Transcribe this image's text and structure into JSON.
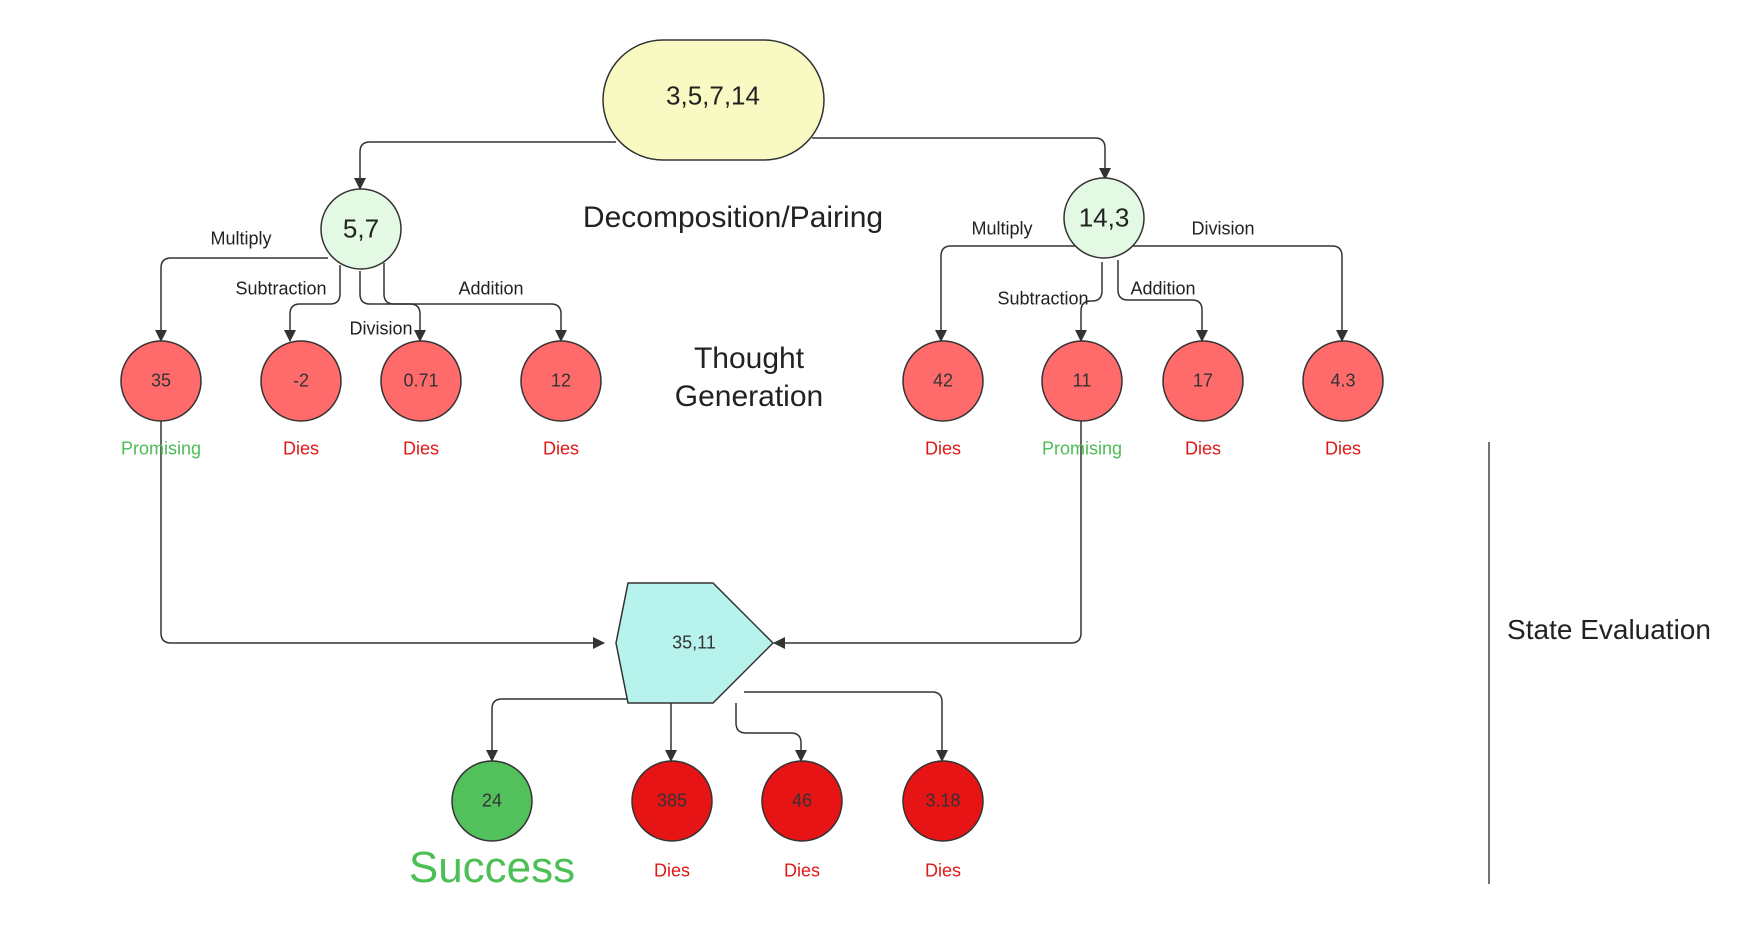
{
  "root": {
    "label": "3,5,7,14",
    "fill": "#f9f9c4"
  },
  "pairs": [
    {
      "label": "5,7",
      "fill": "#e3f9e3"
    },
    {
      "label": "14,3",
      "fill": "#e3f9e3"
    }
  ],
  "left_ops": [
    "Multiply",
    "Subtraction",
    "Division",
    "Addition"
  ],
  "right_ops": [
    "Multiply",
    "Subtraction",
    "Addition",
    "Division"
  ],
  "left_results": [
    {
      "value": "35",
      "status": "Promising"
    },
    {
      "value": "-2",
      "status": "Dies"
    },
    {
      "value": "0.71",
      "status": "Dies"
    },
    {
      "value": "12",
      "status": "Dies"
    }
  ],
  "right_results": [
    {
      "value": "42",
      "status": "Dies"
    },
    {
      "value": "11",
      "status": "Promising"
    },
    {
      "value": "17",
      "status": "Dies"
    },
    {
      "value": "4.3",
      "status": "Dies"
    }
  ],
  "combined": {
    "label": "35,11",
    "fill": "#b7f3ec"
  },
  "final_results": [
    {
      "value": "24",
      "status": "Success",
      "fill": "#52c15c"
    },
    {
      "value": "385",
      "status": "Dies",
      "fill": "#e61414"
    },
    {
      "value": "46",
      "status": "Dies",
      "fill": "#e61414"
    },
    {
      "value": "3.18",
      "status": "Dies",
      "fill": "#e61414"
    }
  ],
  "stage_labels": {
    "decomposition": "Decomposition/Pairing",
    "thought_line1": "Thought",
    "thought_line2": "Generation",
    "state_evaluation": "State Evaluation"
  },
  "colors": {
    "result_fill": "#ff6b6b",
    "promising": "#4dbb55",
    "dies": "#e01818",
    "success": "#4cbf55",
    "stroke": "#333333"
  }
}
